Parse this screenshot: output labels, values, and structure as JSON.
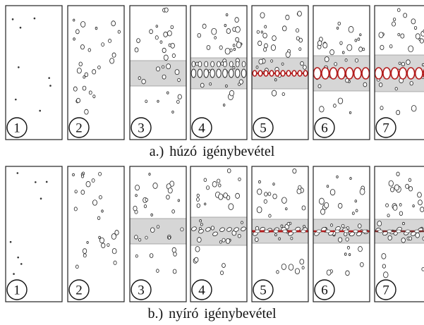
{
  "rows": [
    {
      "caption": "a.) húzó igénybevétel",
      "mode": "tension",
      "panels": [
        {
          "number": "1",
          "stage": 1
        },
        {
          "number": "2",
          "stage": 2
        },
        {
          "number": "3",
          "stage": 3
        },
        {
          "number": "4",
          "stage": 4
        },
        {
          "number": "5",
          "stage": 5
        },
        {
          "number": "6",
          "stage": 6
        },
        {
          "number": "7",
          "stage": 7
        }
      ]
    },
    {
      "caption": "b.) nyíró igénybevétel",
      "mode": "shear",
      "panels": [
        {
          "number": "1",
          "stage": 1
        },
        {
          "number": "2",
          "stage": 2
        },
        {
          "number": "3",
          "stage": 3
        },
        {
          "number": "4",
          "stage": 4
        },
        {
          "number": "5",
          "stage": 5
        },
        {
          "number": "6",
          "stage": 6
        },
        {
          "number": "7",
          "stage": 7
        }
      ]
    }
  ],
  "colors": {
    "band_fill": "#d6d6d6",
    "crack": "#b31b1b",
    "outline": "#222222",
    "void_fill": "#ffffff"
  }
}
